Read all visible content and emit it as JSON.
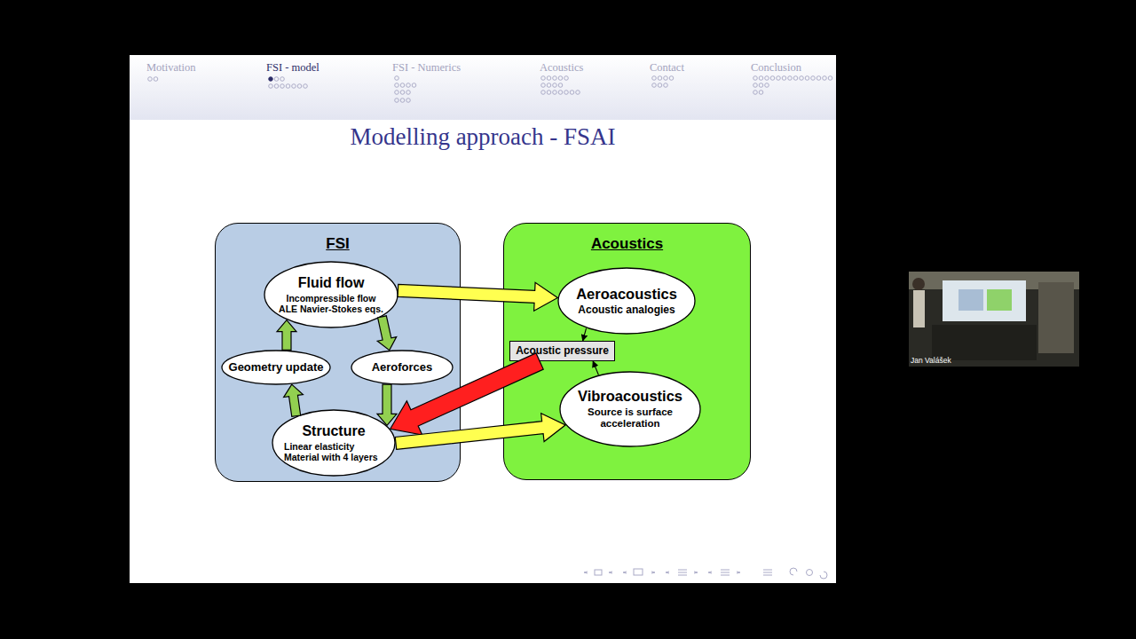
{
  "diagram": {
    "title": "Modelling approach - FSAI",
    "nodes": [
      {
        "text": [
          "FSI"
        ]
      },
      {
        "text": [
          "Fluid flow",
          "Incompressible flow ALE Navier-Stokes eqs."
        ],
        "in": 0
      },
      {
        "text": [
          "Geometry update"
        ],
        "in": 0
      },
      {
        "text": [
          "Aeroforces"
        ],
        "in": 0
      },
      {
        "text": [
          "Structure",
          "Linear elasticity Material with 4 layers"
        ],
        "in": 0
      },
      {
        "text": [
          "Acoustics"
        ]
      },
      {
        "text": [
          "Aeroacoustics",
          "Acoustic analogies"
        ],
        "in": 5
      },
      {
        "text": [
          "Acoustic pressure"
        ],
        "in": 5
      },
      {
        "text": [
          "Vibroacoustics",
          "Source is surface acceleration"
        ],
        "in": 5
      }
    ],
    "edges": [
      {
        "from": 1,
        "to": 3,
        "arrow": "to"
      },
      {
        "from": 3,
        "to": 4,
        "arrow": "to"
      },
      {
        "from": 4,
        "to": 2,
        "arrow": "to"
      },
      {
        "from": 2,
        "to": 1,
        "arrow": "to"
      },
      {
        "from": 1,
        "to": 6,
        "arrow": "to"
      },
      {
        "from": 6,
        "to": 7,
        "arrow": "to"
      },
      {
        "from": 8,
        "to": 7,
        "arrow": "to"
      },
      {
        "from": 7,
        "to": 4,
        "arrow": "to"
      },
      {
        "from": 4,
        "to": 8,
        "arrow": "to"
      }
    ],
    "labels": [
      "Motivation",
      "FSI - model",
      "FSI - Numerics",
      "Acoustics",
      "Contact",
      "Conclusion",
      "Jan Valášek"
    ]
  }
}
